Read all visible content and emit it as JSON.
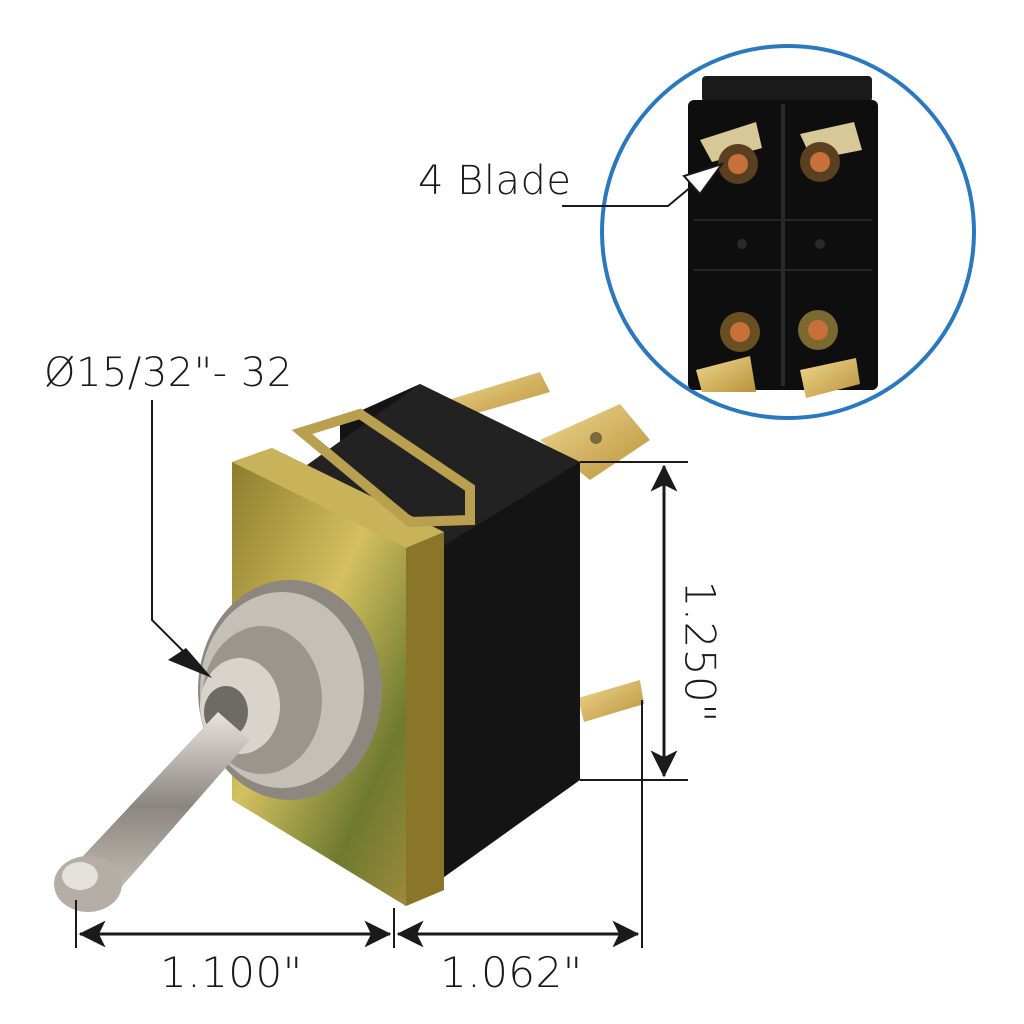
{
  "diagram": {
    "subject": "Toggle switch, 4 blade terminals",
    "labels": {
      "thread": "Ø15/32\"- 32",
      "blade_callout": "4 Blade",
      "height": "1.250\"",
      "width_lever": "1.100\"",
      "width_body": "1.062\""
    },
    "inset": {
      "description": "Rear view of switch showing 4 blade terminals",
      "border_color": "#2a78c0"
    },
    "colors": {
      "body": "#141414",
      "bracket_brass": "#b89a3a",
      "terminal_brass": "#d8b866",
      "lever_chrome": "#a8a29a",
      "dimension_line": "#1a1a1a"
    }
  }
}
